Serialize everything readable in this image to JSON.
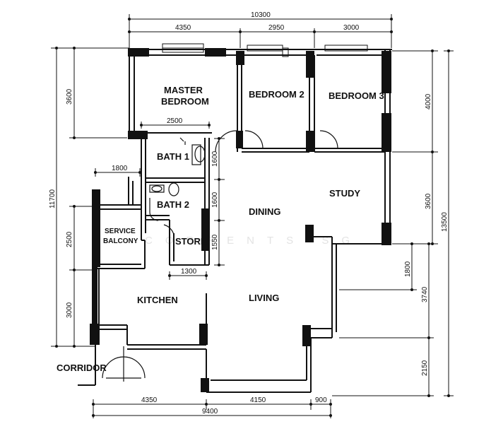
{
  "rooms": {
    "master_line1": "MASTER",
    "master_line2": "BEDROOM",
    "bedroom2": "BEDROOM 2",
    "bedroom3": "BEDROOM 3",
    "bath1": "BATH 1",
    "bath2": "BATH 2",
    "study": "STUDY",
    "dining": "DINING",
    "service_line1": "SERVICE",
    "service_line2": "BALCONY",
    "store": "STORE",
    "kitchen": "KITCHEN",
    "living": "LIVING",
    "corridor": "CORRIDOR"
  },
  "dimensions": {
    "top_total": "10300",
    "top_a": "4350",
    "top_b": "2950",
    "top_c": "3000",
    "bath_width": "2500",
    "balcony_width": "1800",
    "store_width": "1300",
    "left_total": "11700",
    "left_a": "3600",
    "left_b": "2500",
    "left_c": "3000",
    "inner_a": "1600",
    "inner_b": "1600",
    "inner_c": "1550",
    "right_a": "4000",
    "right_b": "3600",
    "right_c": "1800",
    "right_d": "3740",
    "right_e": "2150",
    "right_total": "13500",
    "bottom_a": "4350",
    "bottom_b": "4150",
    "bottom_c": "900",
    "bottom_total": "9400"
  },
  "watermark": "CORRENTS SG"
}
